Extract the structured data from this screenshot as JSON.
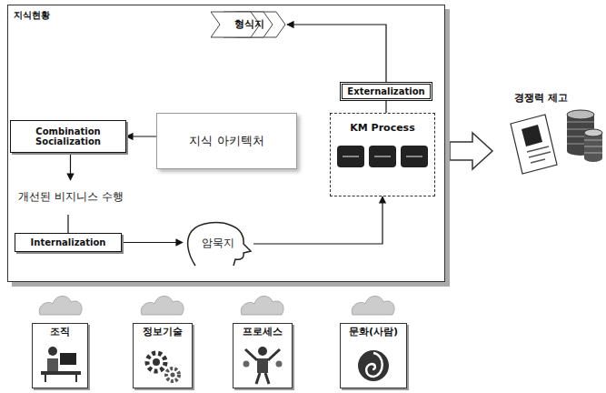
{
  "diagram": {
    "nodes": [
      {
        "text": [
          "지식현황"
        ]
      },
      {
        "text": [
          "형식지"
        ],
        "in": 0
      },
      {
        "text": [
          "Externalization"
        ],
        "in": 0
      },
      {
        "text": [
          "Combination Socialization"
        ],
        "in": 0
      },
      {
        "text": [
          "지식 아키텍처"
        ],
        "in": 0
      },
      {
        "text": [
          "KM Process"
        ],
        "in": 0
      },
      {
        "text": [
          "개선된 비지니스 수행"
        ],
        "in": 0
      },
      {
        "text": [
          "Internalization"
        ],
        "in": 0
      },
      {
        "text": [
          "암묵지"
        ],
        "in": 0
      },
      {
        "text": [
          "조직"
        ]
      },
      {
        "text": [
          "정보기술"
        ]
      },
      {
        "text": [
          "프로세스"
        ]
      },
      {
        "text": [
          "문화(사람)"
        ]
      }
    ],
    "edges": [
      {
        "from": 5,
        "to": 2,
        "arrow": "none"
      },
      {
        "from": 2,
        "to": 1,
        "arrow": "to"
      },
      {
        "from": 4,
        "to": 3,
        "arrow": "to"
      },
      {
        "from": 3,
        "to": 6,
        "arrow": "to"
      },
      {
        "from": 6,
        "to": 7,
        "arrow": "none"
      },
      {
        "from": 7,
        "to": 8,
        "arrow": "to"
      },
      {
        "from": 8,
        "to": 5,
        "arrow": "to"
      }
    ],
    "labels": [
      "경쟁력 제고"
    ]
  }
}
